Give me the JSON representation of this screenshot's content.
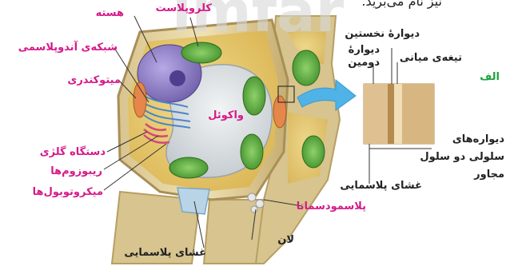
{
  "header_fragment": "نیز نام می‌برید.",
  "watermark": "lmfar",
  "cell_labels": {
    "nucleus": "هسته",
    "chloroplast": "کلروپلاست",
    "er": "شبکه‌ی آندوپلاسمی",
    "mitochondria": "میتوکندری",
    "vacuole": "واکوئل",
    "golgi": "دستگاه گلژی",
    "ribosomes": "ریبوزوم‌ها",
    "microtubules": "میکروتوبول‌ها",
    "plasma_membrane": "غشای پلاسمایی",
    "plasmodesmata": "پلاسمودسماتا",
    "lan": "لان"
  },
  "wall_detail": {
    "panel_letter": "الف",
    "primary_wall": "دیوارهٔ نخستین",
    "secondary_wall_line1": "دیوارهٔ",
    "secondary_wall_line2": "دومین",
    "middle_lamella": "تیغه‌ی میانی",
    "walls_of_two_cells_line1": "دیواره‌های",
    "walls_of_two_cells_line2": "سلولی دو سلول",
    "walls_of_two_cells_line3": "مجاور",
    "plasma_membrane": "غشای پلاسمایی"
  },
  "colors": {
    "label_pink": "#d61a8a",
    "label_dark": "#222222",
    "panel_letter_green": "#1aa33a",
    "arrow_blue": "#4fb3e8",
    "cell_wall": "#c9b98a",
    "cytoplasm": "#e8c96a",
    "nucleus": "#8a7bc4",
    "chloroplast": "#5fae3e",
    "vacuole": "#d9dde0"
  }
}
